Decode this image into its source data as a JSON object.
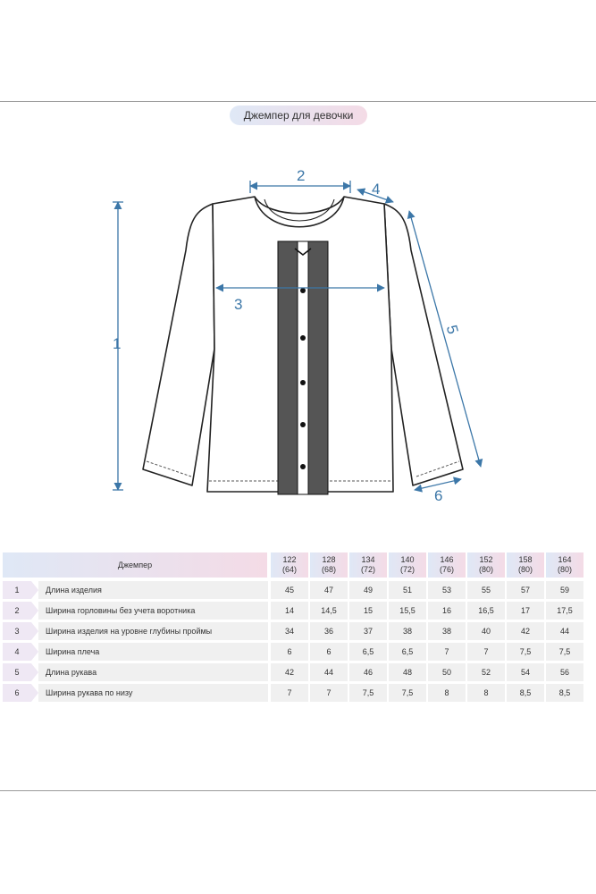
{
  "title": "Джемпер для девочки",
  "dimension_labels": [
    "1",
    "2",
    "3",
    "4",
    "5",
    "6"
  ],
  "table": {
    "header_label": "Джемпер",
    "sizes": [
      {
        "height": "122",
        "chest": "(64)"
      },
      {
        "height": "128",
        "chest": "(68)"
      },
      {
        "height": "134",
        "chest": "(72)"
      },
      {
        "height": "140",
        "chest": "(72)"
      },
      {
        "height": "146",
        "chest": "(76)"
      },
      {
        "height": "152",
        "chest": "(80)"
      },
      {
        "height": "158",
        "chest": "(80)"
      },
      {
        "height": "164",
        "chest": "(80)"
      }
    ],
    "rows": [
      {
        "num": "1",
        "label": "Длина изделия",
        "values": [
          "45",
          "47",
          "49",
          "51",
          "53",
          "55",
          "57",
          "59"
        ]
      },
      {
        "num": "2",
        "label": "Ширина горловины без учета воротника",
        "values": [
          "14",
          "14,5",
          "15",
          "15,5",
          "16",
          "16,5",
          "17",
          "17,5"
        ]
      },
      {
        "num": "3",
        "label": "Ширина изделия на уровне глубины проймы",
        "values": [
          "34",
          "36",
          "37",
          "38",
          "38",
          "40",
          "42",
          "44"
        ]
      },
      {
        "num": "4",
        "label": "Ширина плеча",
        "values": [
          "6",
          "6",
          "6,5",
          "6,5",
          "7",
          "7",
          "7,5",
          "7,5"
        ]
      },
      {
        "num": "5",
        "label": "Длина рукава",
        "values": [
          "42",
          "44",
          "46",
          "48",
          "50",
          "52",
          "54",
          "56"
        ]
      },
      {
        "num": "6",
        "label": "Ширина рукава по низу",
        "values": [
          "7",
          "7",
          "7,5",
          "7,5",
          "8",
          "8",
          "8,5",
          "8,5"
        ]
      }
    ]
  }
}
